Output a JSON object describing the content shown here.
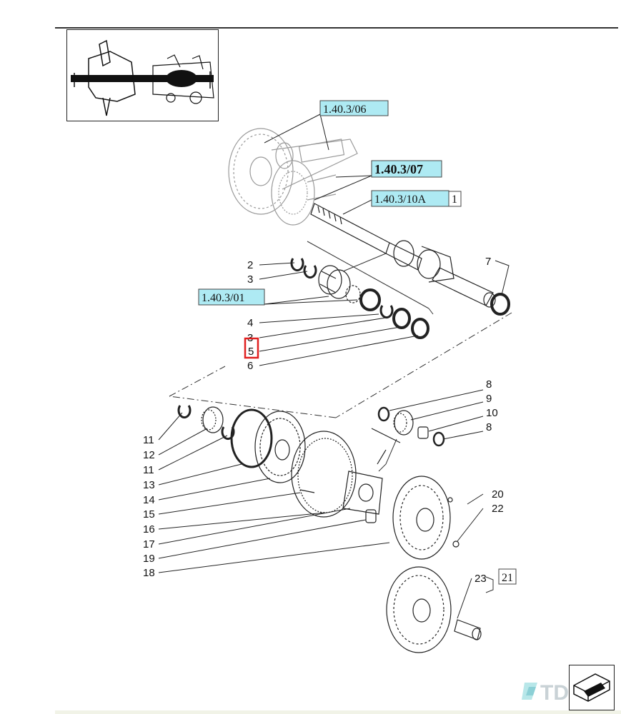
{
  "references": {
    "r1": "1.40.3/06",
    "r2": "1.40.3/07",
    "r3": "1.40.3/10A",
    "r4": "1.40.3/01"
  },
  "boxed_numbers": {
    "b1": "1",
    "b21": "21"
  },
  "callouts": {
    "c2": "2",
    "c3a": "3",
    "c4": "4",
    "c3b": "3",
    "c5": "5",
    "c6": "6",
    "c7": "7",
    "c8a": "8",
    "c9": "9",
    "c10": "10",
    "c8b": "8",
    "c11a": "11",
    "c12": "12",
    "c11b": "11",
    "c13": "13",
    "c14": "14",
    "c15": "15",
    "c16": "16",
    "c17": "17",
    "c19": "19",
    "c18": "18",
    "c20": "20",
    "c22": "22",
    "c23": "23"
  },
  "highlight": {
    "item": "5",
    "color": "#e02020"
  },
  "colors": {
    "reference_fill": "#aeeaf3",
    "line": "#222222",
    "logo": "#c9d2d6"
  },
  "icons": {
    "nav": "page-nav-icon",
    "logo": "tdc-logo-icon"
  },
  "logo": {
    "text": "TDC"
  }
}
